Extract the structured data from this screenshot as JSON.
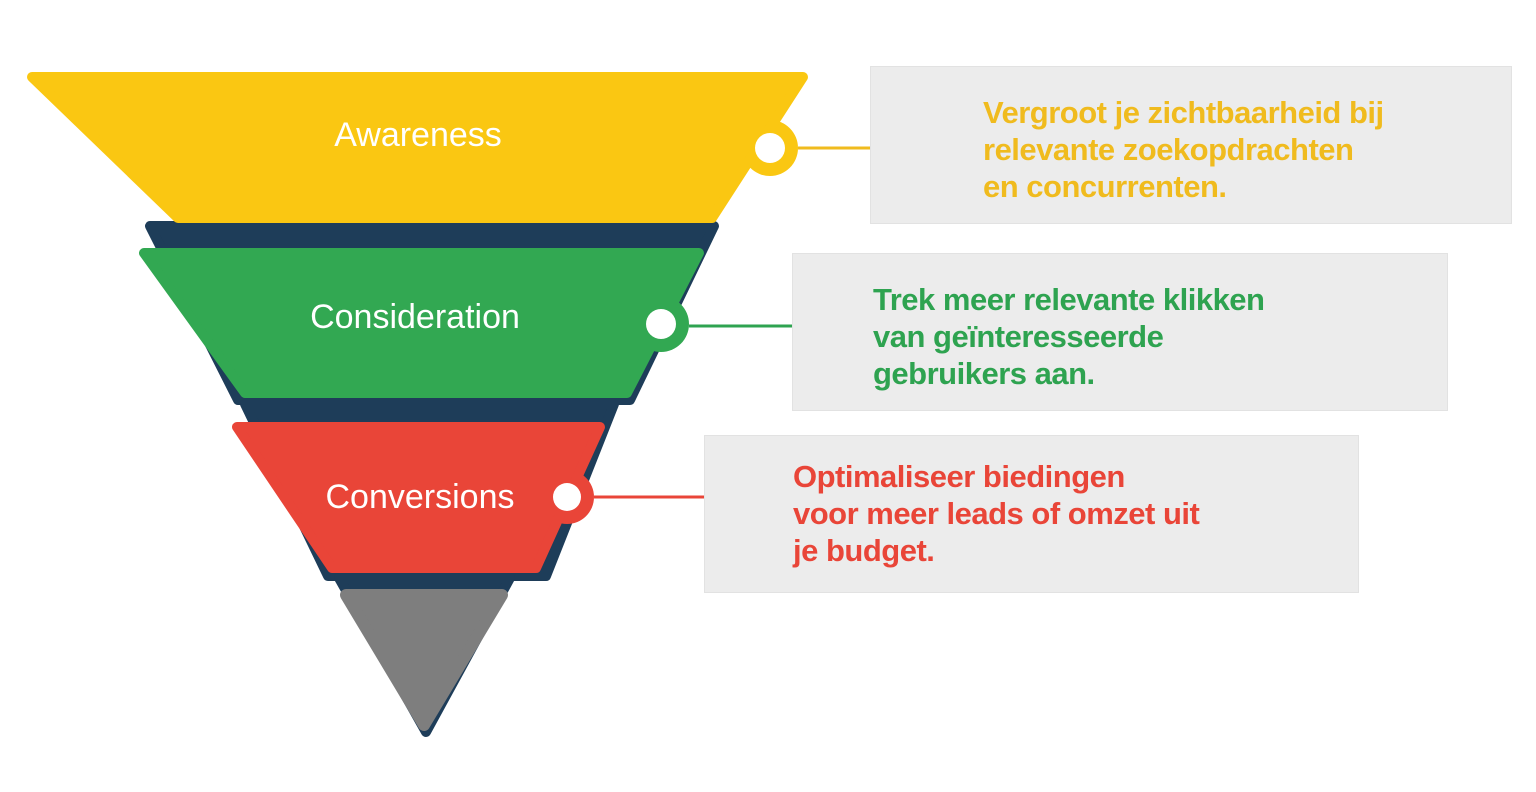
{
  "diagram": {
    "stages": [
      {
        "label": "Awareness",
        "color": "#FAC712",
        "note": {
          "text_color": "#F0BB1E",
          "lines": [
            "Vergroot je zichtbaarheid bij",
            "relevante zoekopdrachten",
            "en concurrenten."
          ]
        }
      },
      {
        "label": "Consideration",
        "color": "#32A852",
        "note": {
          "text_color": "#2EA350",
          "lines": [
            "Trek meer relevante klikken",
            "van geïnteresseerde",
            "gebruikers aan."
          ]
        }
      },
      {
        "label": "Conversions",
        "color": "#E94538",
        "note": {
          "text_color": "#E94538",
          "lines": [
            "Optimaliseer biedingen",
            "voor meer leads of omzet uit",
            "je budget."
          ]
        }
      }
    ],
    "funnel_shadow_color": "#1E3D59",
    "funnel_tip_color": "#7E7E7E",
    "note_background": "#ECECEC"
  }
}
